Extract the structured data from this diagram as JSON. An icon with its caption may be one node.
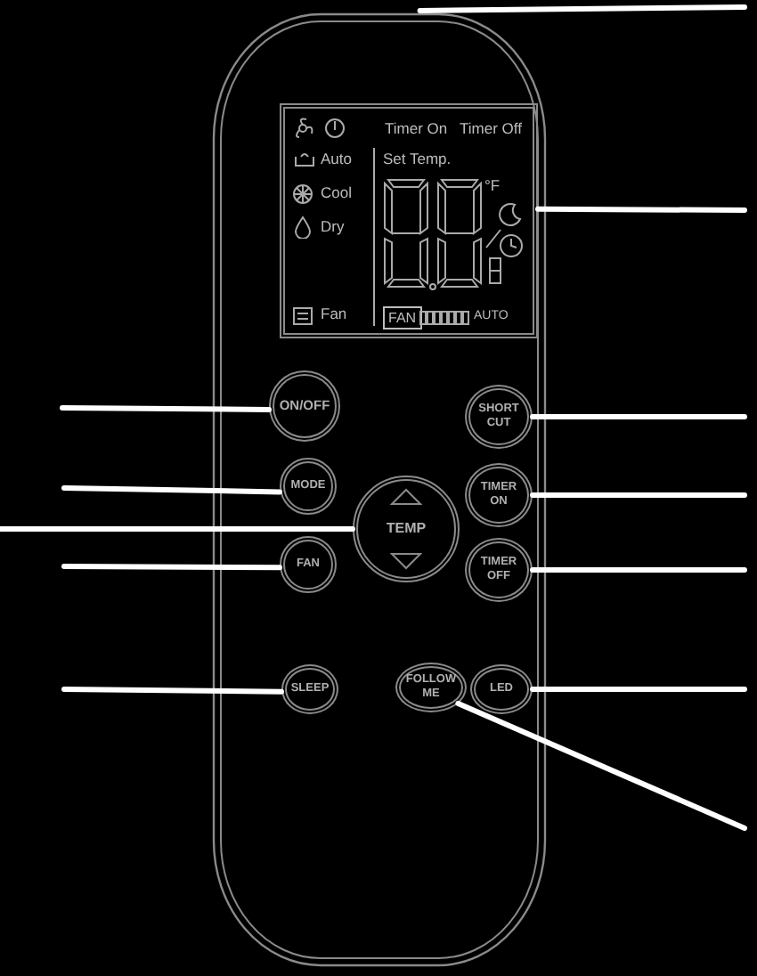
{
  "diagram": {
    "nodes": [
      {
        "text": [],
        "shape": "box"
      },
      {
        "text": [
          "Timer On",
          "Timer Off",
          "Auto",
          "Set Temp.",
          "Cool",
          "Dry",
          "°F",
          "Fan",
          "FAN",
          "AUTO"
        ],
        "in": 0
      },
      {
        "text": [
          "ON/OFF"
        ],
        "in": 0
      },
      {
        "text": [
          "SHORT CUT"
        ],
        "in": 0
      },
      {
        "text": [
          "MODE"
        ],
        "in": 0
      },
      {
        "text": [
          "TIMER ON"
        ],
        "in": 0
      },
      {
        "text": [
          "TEMP"
        ],
        "in": 0
      },
      {
        "text": [
          "FAN"
        ],
        "in": 0
      },
      {
        "text": [
          "TIMER OFF"
        ],
        "in": 0
      },
      {
        "text": [
          "SLEEP"
        ],
        "in": 0
      },
      {
        "text": [
          "FOLLOW ME"
        ],
        "in": 0
      },
      {
        "text": [
          "LED"
        ],
        "in": 0
      }
    ],
    "edges": [
      {
        "from": null,
        "to": 0,
        "arrow": "none"
      },
      {
        "from": null,
        "to": 1,
        "arrow": "none"
      },
      {
        "from": null,
        "to": 2,
        "arrow": "none"
      },
      {
        "from": null,
        "to": 3,
        "arrow": "none"
      },
      {
        "from": null,
        "to": 4,
        "arrow": "none"
      },
      {
        "from": null,
        "to": 5,
        "arrow": "none"
      },
      {
        "from": null,
        "to": 6,
        "arrow": "none"
      },
      {
        "from": null,
        "to": 7,
        "arrow": "none"
      },
      {
        "from": null,
        "to": 8,
        "arrow": "none"
      },
      {
        "from": null,
        "to": 9,
        "arrow": "none"
      },
      {
        "from": null,
        "to": 10,
        "arrow": "none"
      },
      {
        "from": null,
        "to": 11,
        "arrow": "none"
      }
    ]
  }
}
